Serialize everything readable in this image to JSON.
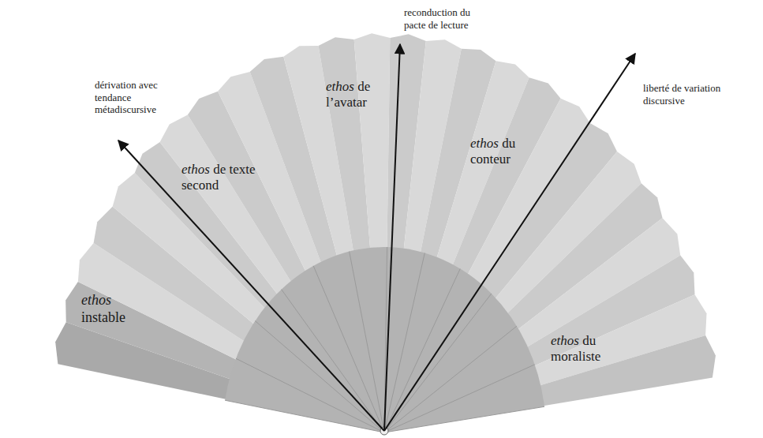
{
  "diagram": {
    "labels": [
      "reconduction du pacte de lecture",
      "dérivation avec tendance métadiscursive",
      "liberté de variation discursive",
      "ethos de l’avatar",
      "ethos de texte second",
      "ethos du conteur",
      "ethos instable",
      "ethos du moraliste"
    ]
  }
}
